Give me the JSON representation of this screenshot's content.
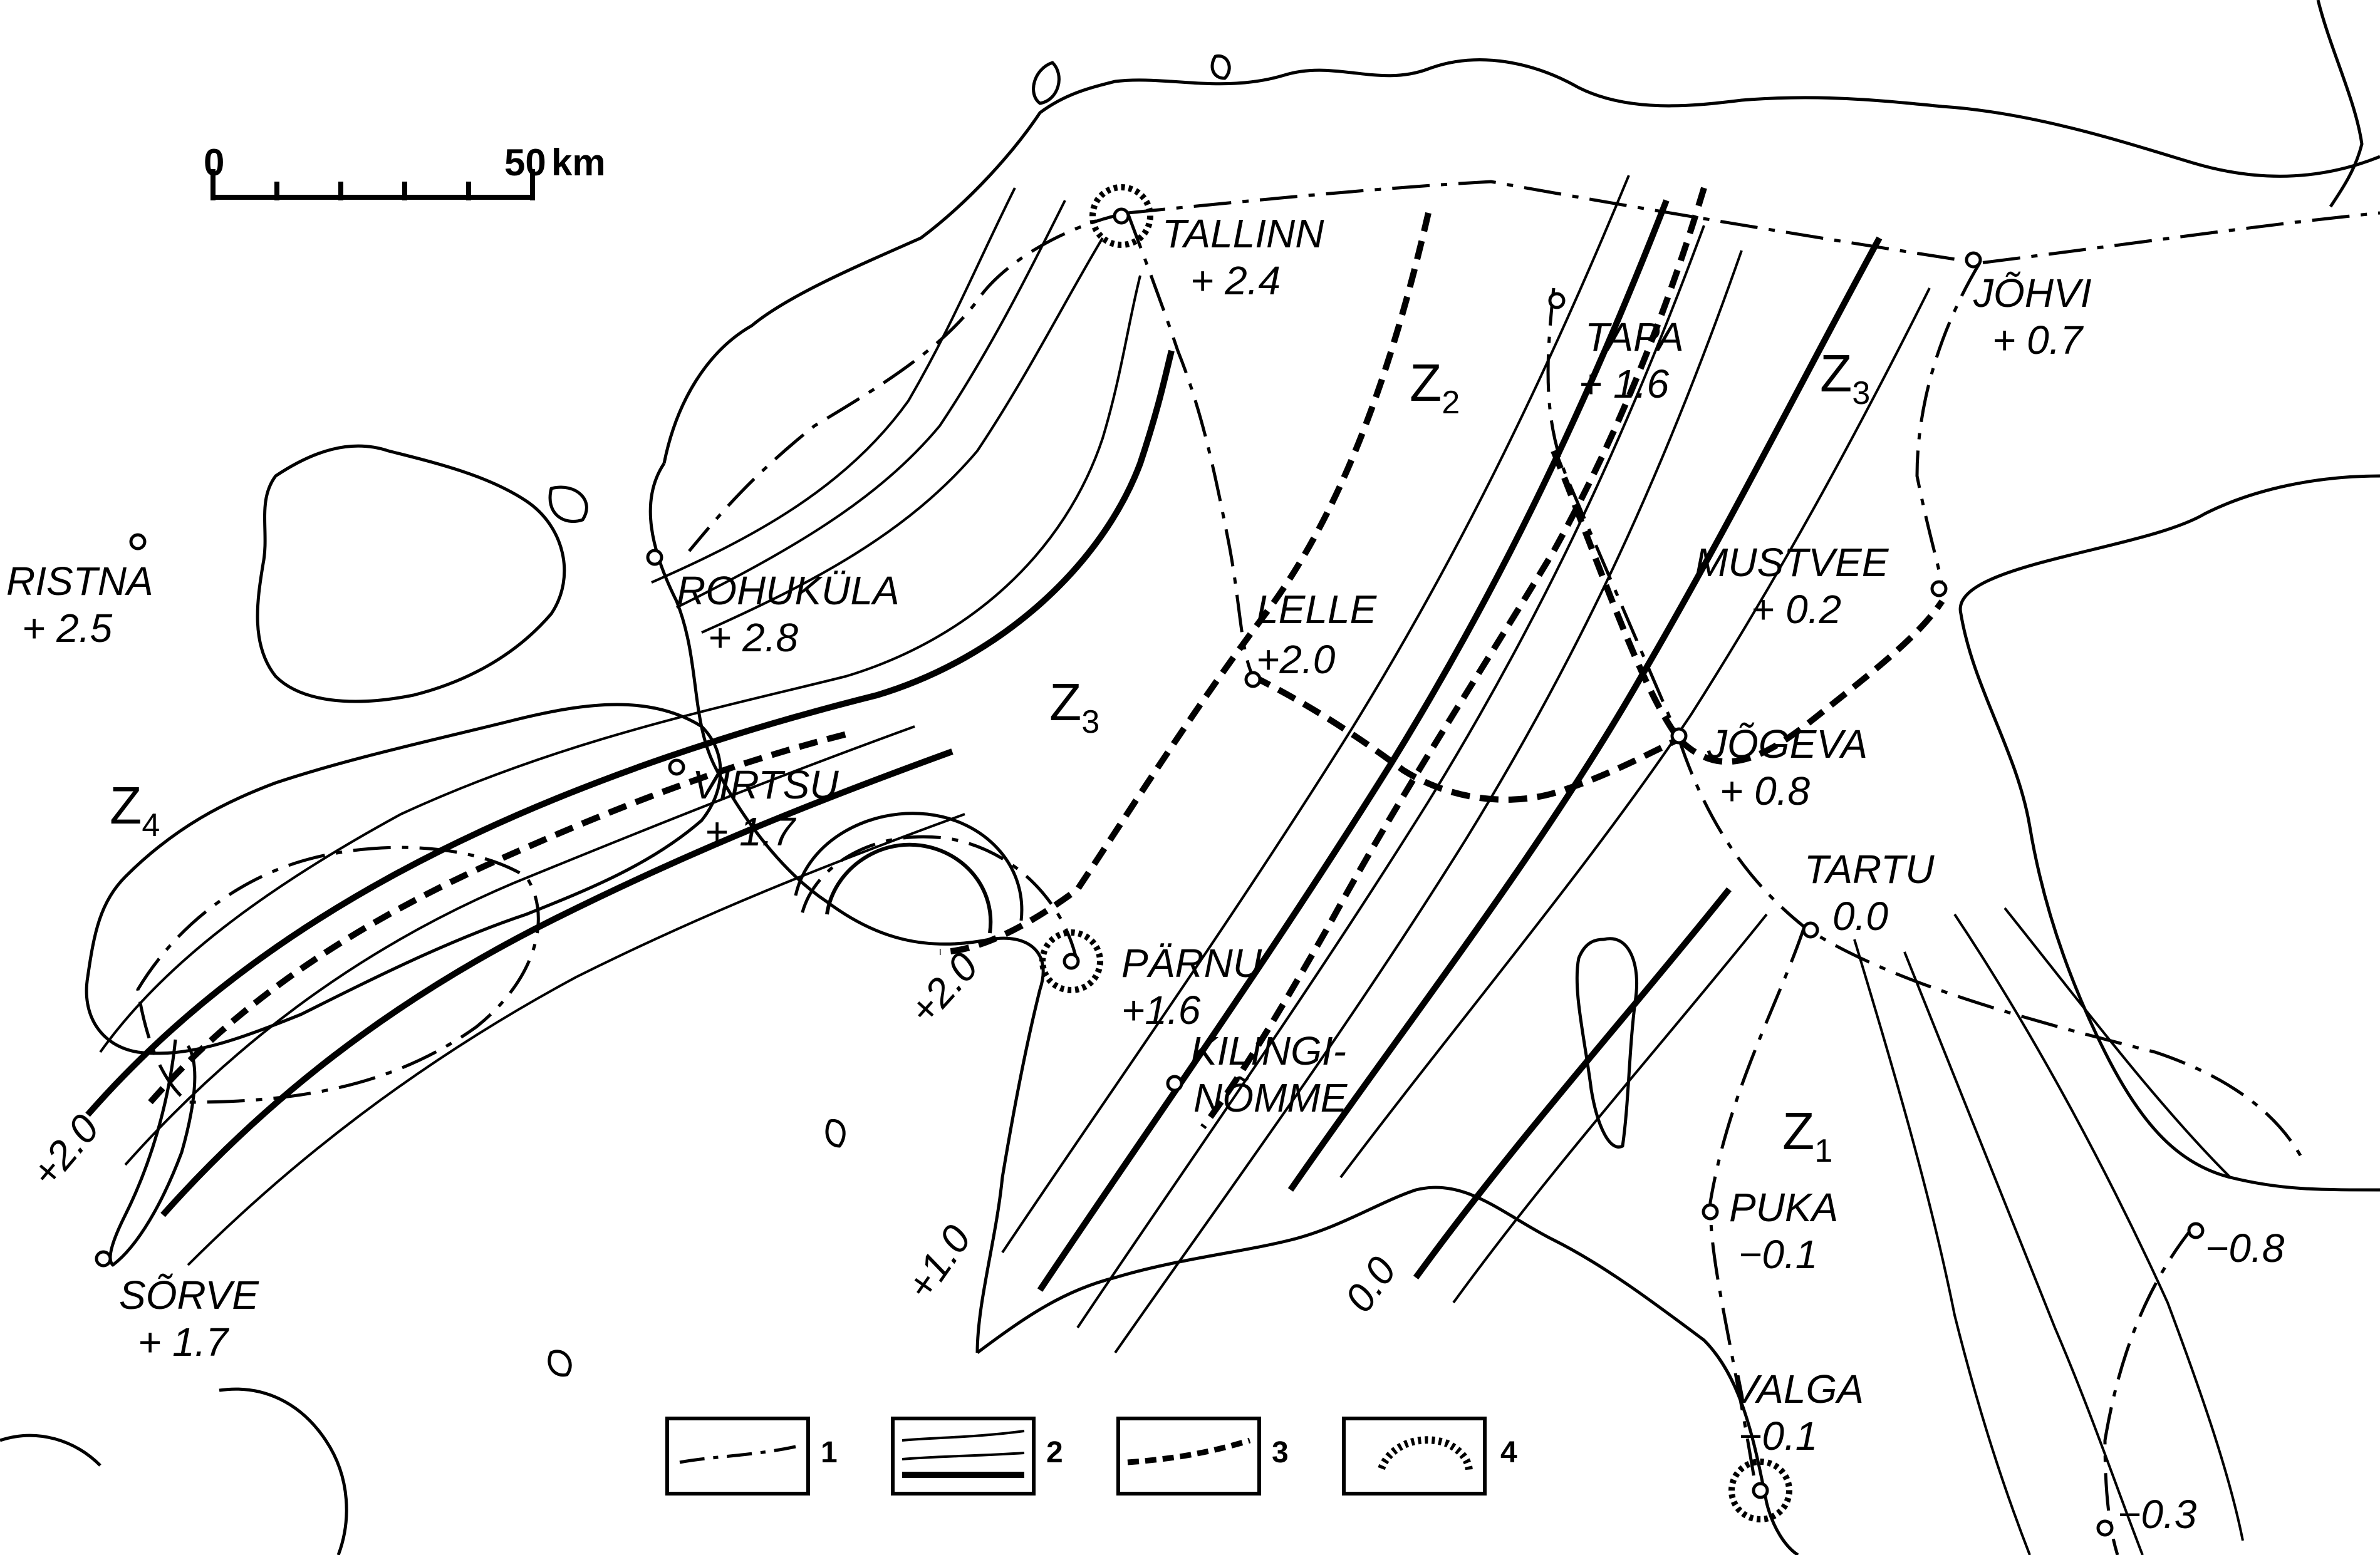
{
  "scale": {
    "start": "0",
    "end": "50",
    "unit": "km"
  },
  "stations": [
    {
      "id": "tallinn",
      "name": "TALLINN",
      "value": "+ 2.4"
    },
    {
      "id": "johvi",
      "name": "JÕHVI",
      "value": "+ 0.7"
    },
    {
      "id": "tapa",
      "name": "TAPA",
      "value": "+ 1.6"
    },
    {
      "id": "ristna",
      "name": "RISTNA",
      "value": "+ 2.5"
    },
    {
      "id": "rohukula",
      "name": "ROHUKÜLA",
      "value": "+ 2.8"
    },
    {
      "id": "mustvee",
      "name": "MUSTVEE",
      "value": "+ 0.2"
    },
    {
      "id": "lelle",
      "name": "LELLE",
      "value": "+2.0"
    },
    {
      "id": "jogeva",
      "name": "JÕGEVA",
      "value": "+ 0.8"
    },
    {
      "id": "virtsu",
      "name": "VIRTSU",
      "value": "+ 1.7"
    },
    {
      "id": "tartu",
      "name": "TARTU",
      "value": "0.0"
    },
    {
      "id": "parnu",
      "name": "PÄRNU",
      "value": "+1.6"
    },
    {
      "id": "kilingi",
      "name": "KILINGI-",
      "name2": "NÕMME",
      "value": ""
    },
    {
      "id": "puka",
      "name": "PUKA",
      "value": "−0.1"
    },
    {
      "id": "sorve",
      "name": "SÕRVE",
      "value": "+ 1.7"
    },
    {
      "id": "valga",
      "name": "VALGA",
      "value": "−0.1"
    }
  ],
  "zones": [
    {
      "id": "z2",
      "letter": "Z",
      "sub": "2"
    },
    {
      "id": "z3a",
      "letter": "Z",
      "sub": "3"
    },
    {
      "id": "z3b",
      "letter": "Z",
      "sub": "3"
    },
    {
      "id": "z4",
      "letter": "Z",
      "sub": "4"
    },
    {
      "id": "z1",
      "letter": "Z",
      "sub": "1"
    }
  ],
  "isoline_labels": [
    "+2.0",
    "+2.0",
    "+1.0",
    "0.0",
    "−0.8",
    "−0.3"
  ],
  "legend": [
    {
      "number": "1",
      "icon": "dashed-line-icon"
    },
    {
      "number": "2",
      "icon": "thin-thick-lines-icon"
    },
    {
      "number": "3",
      "icon": "short-dashed-line-icon"
    },
    {
      "number": "4",
      "icon": "hatched-arc-icon"
    }
  ]
}
